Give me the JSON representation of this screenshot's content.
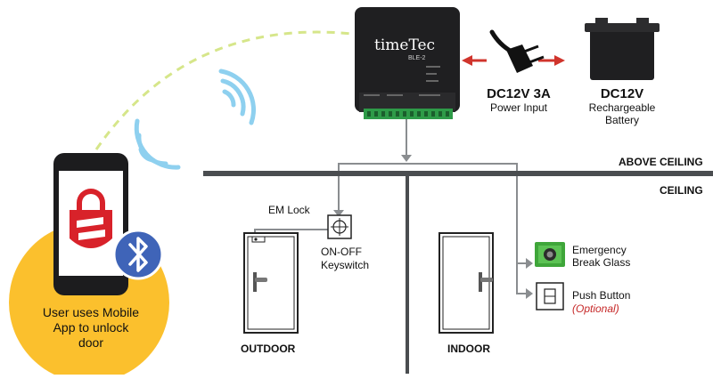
{
  "controller": {
    "brand": "timeTec",
    "model": "BLE-2"
  },
  "power": {
    "title": "DC12V 3A",
    "subtitle": "Power Input"
  },
  "battery": {
    "title": "DC12V",
    "line1": "Rechargeable",
    "line2": "Battery"
  },
  "zones": {
    "above_ceiling": "ABOVE CEILING",
    "ceiling": "CEILING"
  },
  "em_lock": {
    "label": "EM Lock"
  },
  "keyswitch": {
    "line1": "ON-OFF",
    "line2": "Keyswitch"
  },
  "emergency": {
    "line1": "Emergency",
    "line2": "Break Glass"
  },
  "push_button": {
    "label": "Push Button",
    "note": "(Optional)"
  },
  "doors": {
    "outdoor": "OUTDOOR",
    "indoor": "INDOOR"
  },
  "user": {
    "line1": "User uses Mobile",
    "line2": "App to unlock",
    "line3": "door"
  },
  "colors": {
    "wire": "#8a8d90",
    "ceiling": "#4a4d50",
    "arrow_red": "#d0342c",
    "wave_blue": "#8ed0ef",
    "dash_green": "#d6e68a",
    "user_circle": "#fbc02d",
    "bluetooth": "#3f64b8",
    "app_red": "#d8222a",
    "terminal_green": "#2e9b48",
    "break_glass": "#3fa63a",
    "note_red": "#c62828"
  }
}
